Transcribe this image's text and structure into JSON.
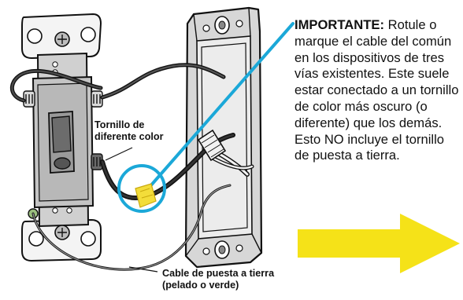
{
  "callout_important": {
    "lead": "IMPORTANTE:",
    "text": "Rotule o marque el cable del común en los dispositivos de tres vías existentes. Este suele estar conectado a un tornillo de color más oscuro (o diferente) que los demás. Esto NO incluye el tornillo de puesta a tierra."
  },
  "label_screw": {
    "line1": "Tornillo de",
    "line2": "diferente color"
  },
  "label_ground": {
    "line1": "Cable de puesta a tierra",
    "line2": "(pelado o verde)"
  },
  "colors": {
    "pointer_blue": "#1ba8d8",
    "arrow_yellow": "#f5e218",
    "tag_yellow": "#f3dd3a",
    "outline": "#111111",
    "switch_gray": "#c8c8c8",
    "box_gray": "#d7d7d7"
  }
}
